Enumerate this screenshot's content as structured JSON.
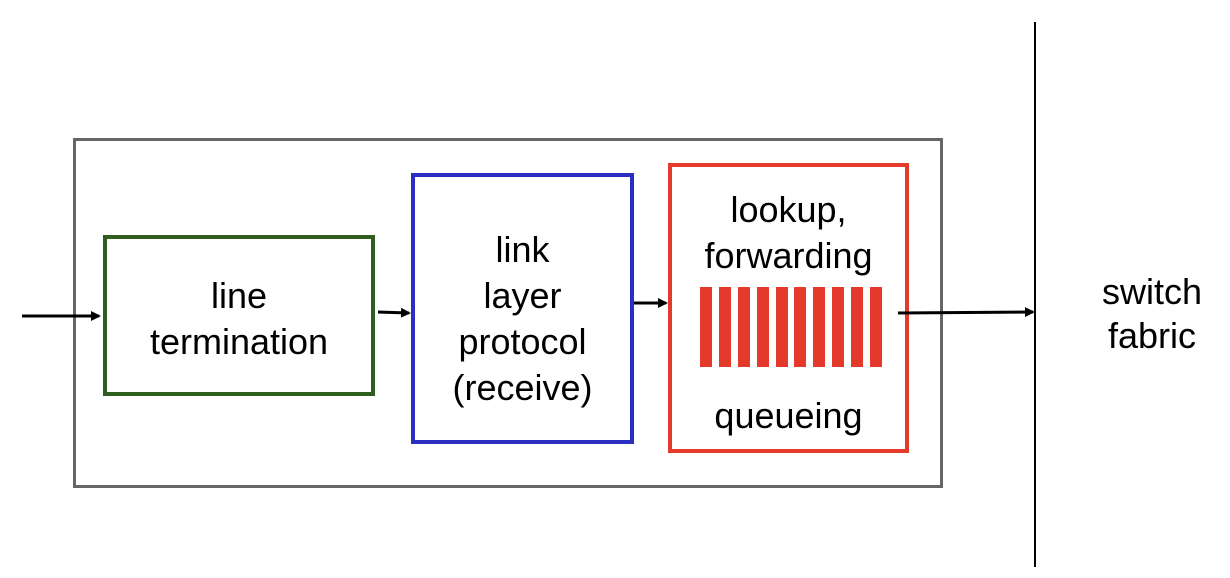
{
  "line_termination": {
    "label": "line\ntermination"
  },
  "link_layer": {
    "label": "link\nlayer\nprotocol\n(receive)"
  },
  "lookup": {
    "title": "lookup,\nforwarding",
    "queue_label": "queueing",
    "queue_slots": 10
  },
  "switch_fabric": {
    "label": "switch\nfabric"
  },
  "colors": {
    "line_termination_border": "#2e5e1e",
    "link_layer_border": "#2a2fc2",
    "lookup_border": "#e33a2c",
    "outer_border": "#666666"
  }
}
